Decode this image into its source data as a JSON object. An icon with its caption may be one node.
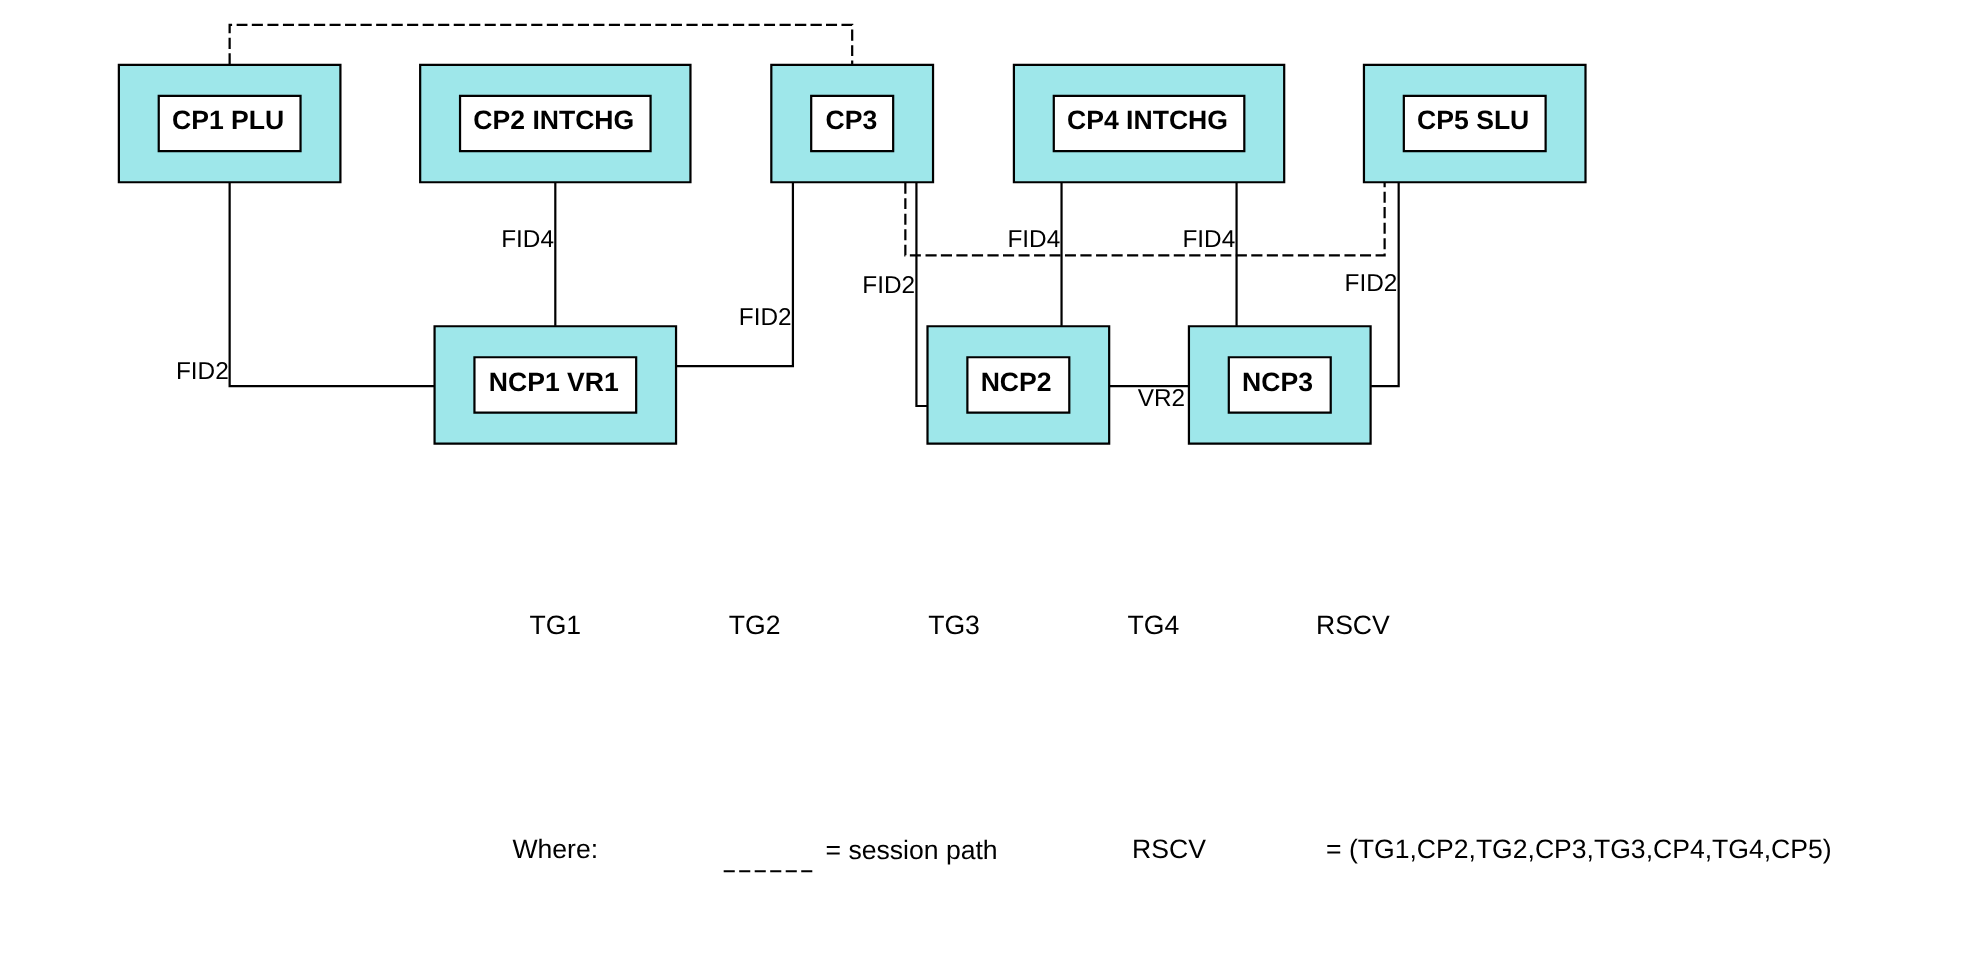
{
  "diagram": {
    "nodes": [
      {
        "text": [
          "CP1 PLU"
        ]
      },
      {
        "text": [
          "CP2 INTCHG"
        ]
      },
      {
        "text": [
          "CP3"
        ]
      },
      {
        "text": [
          "CP4 INTCHG"
        ]
      },
      {
        "text": [
          "CP5 SLU"
        ]
      },
      {
        "text": [
          "NCP1 VR1"
        ]
      },
      {
        "text": [
          "NCP2"
        ]
      },
      {
        "text": [
          "NCP3"
        ]
      }
    ],
    "edges": [
      {
        "from": 0,
        "to": 5,
        "arrow": "none",
        "label": "FID2"
      },
      {
        "from": 1,
        "to": 5,
        "arrow": "none",
        "label": "FID4"
      },
      {
        "from": 5,
        "to": 2,
        "arrow": "none",
        "label": "FID2"
      },
      {
        "from": 2,
        "to": 6,
        "arrow": "none",
        "label": "FID2"
      },
      {
        "from": 3,
        "to": 6,
        "arrow": "none",
        "label": "FID4"
      },
      {
        "from": 6,
        "to": 7,
        "arrow": "none",
        "label": "VR2"
      },
      {
        "from": 3,
        "to": 7,
        "arrow": "none",
        "label": "FID4"
      },
      {
        "from": 7,
        "to": 4,
        "arrow": "none",
        "label": "FID2"
      },
      {
        "from": 0,
        "to": 2,
        "arrow": "none",
        "style": "dashed"
      },
      {
        "from": 2,
        "to": 4,
        "arrow": "none",
        "style": "dashed"
      }
    ],
    "labels": [
      "TG1",
      "TG2",
      "TG3",
      "TG4",
      "RSCV",
      "Where:",
      "RSCV",
      "= (TG1,CP2,TG2,CP3,TG3,CP4,TG4,CP5)"
    ],
    "legend": [
      {
        "text": "= session path"
      }
    ]
  }
}
